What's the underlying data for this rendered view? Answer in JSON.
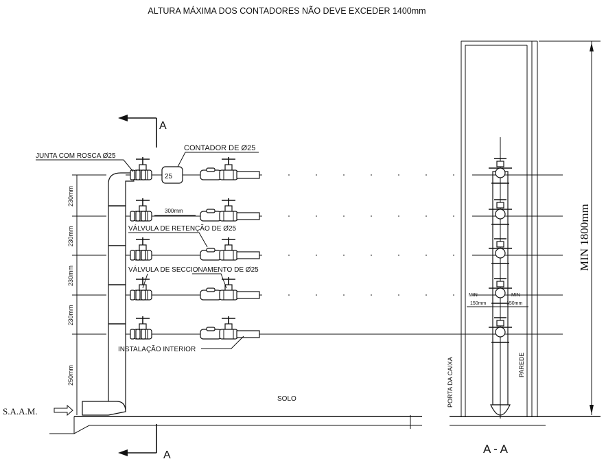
{
  "title": "ALTURA MÁXIMA DOS CONTADORES NÃO DEVE EXCEDER 1400mm",
  "section_marker": "A",
  "section_title": "A - A",
  "labels": {
    "junta": "JUNTA COM ROSCA Ø25",
    "contador": "CONTADOR DE Ø25",
    "contador_mark": "25",
    "spacing": "300mm",
    "retencao": "VÁLVULA DE RETENÇÃO DE Ø25",
    "seccionamento": "VÁLVULA DE SECCIONAMENTO DE Ø25",
    "instalacao": "INSTALAÇÃO INTERIOR",
    "solo": "SOLO",
    "saam": "S.A.A.M.",
    "porta": "PORTA DA CAIXA",
    "parede": "PAREDE",
    "min": "MIN",
    "min_left": "150mm",
    "min_right": "150mm",
    "min_height": "MIN 1800mm"
  },
  "dimensions": [
    "230mm",
    "230mm",
    "230mm",
    "230mm",
    "250mm"
  ]
}
